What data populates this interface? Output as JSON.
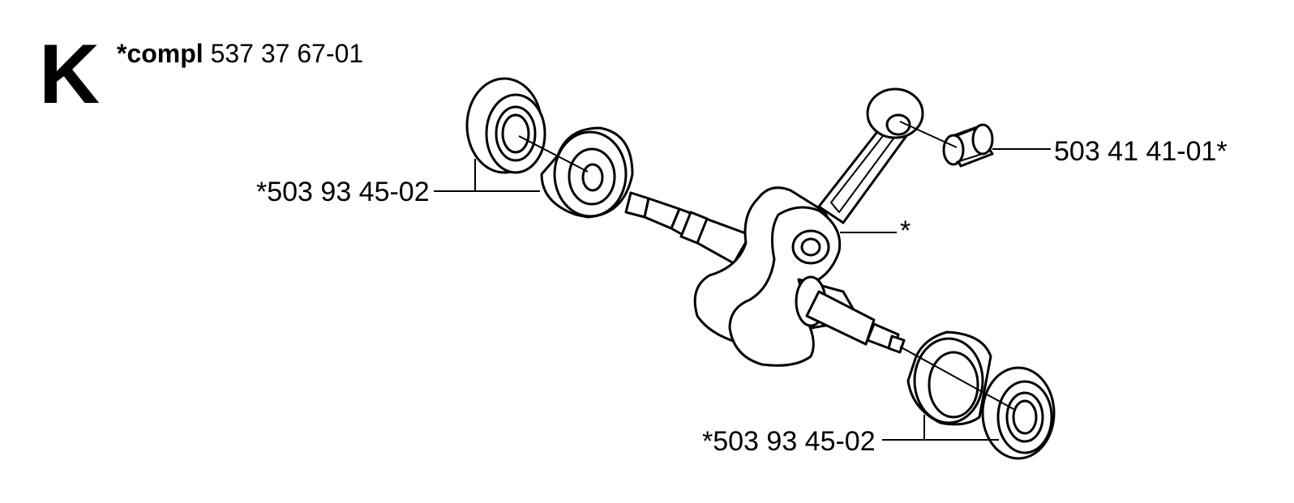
{
  "header": {
    "section_letter": "K",
    "assembly_prefix": "*compl",
    "assembly_number": "537 37 67-01"
  },
  "callouts": {
    "bearing_left": "*503 93 45-02",
    "needle_bearing": "503 41 41-01*",
    "crankshaft": "*",
    "bearing_right": "*503 93 45-02"
  }
}
